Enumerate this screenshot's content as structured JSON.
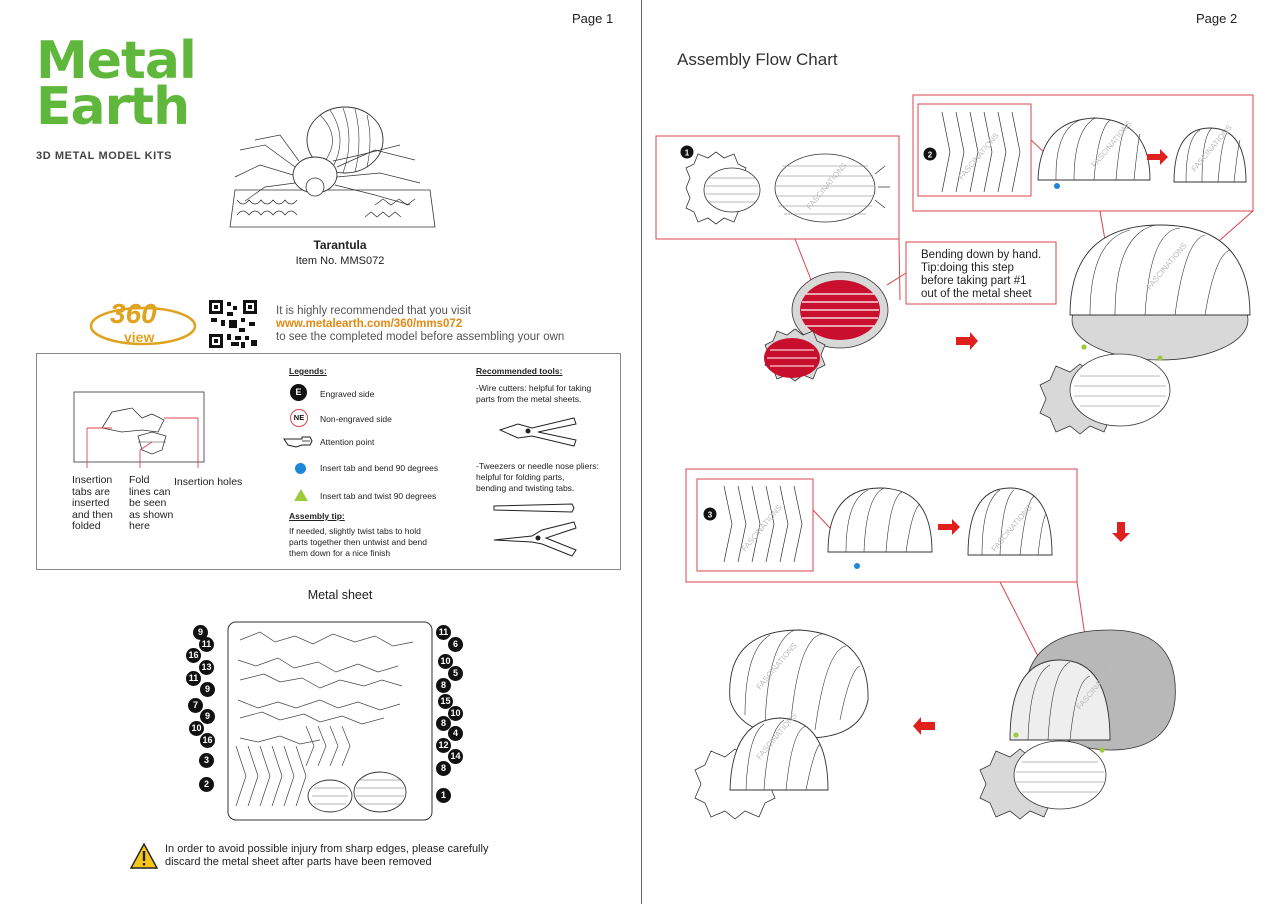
{
  "page1": {
    "page_label": "Page 1",
    "brand": {
      "line1": "Metal",
      "line2": "Earth",
      "tagline": "3D METAL MODEL KITS"
    },
    "model": {
      "name": "Tarantula",
      "item_no": "Item No.  MMS072"
    },
    "view360": {
      "badge": "360",
      "label": "view",
      "line1": "It is highly recommended that you visit",
      "url": "www.metalearth.com/360/mms072",
      "line3": "to see the completed model before assembling your own"
    },
    "diagram_labels": {
      "insertion_tabs": [
        "Insertion",
        "tabs are",
        "inserted",
        "and then",
        "folded"
      ],
      "fold_lines": [
        "Fold",
        "lines can",
        "be seen",
        "as shown",
        "here"
      ],
      "insertion_holes": "Insertion holes"
    },
    "legends": {
      "title": "Legends:",
      "engraved": {
        "symbol": "E",
        "label": "Engraved side"
      },
      "non_engraved": {
        "symbol": "NE",
        "label": "Non-engraved side"
      },
      "attention": "Attention point",
      "insert_bend": "Insert tab and bend 90 degrees",
      "insert_twist": "Insert tab and twist 90 degrees"
    },
    "assembly_tip": {
      "title": "Assembly tip:",
      "lines": [
        "If needed, slightly twist tabs to hold",
        "parts together then untwist and bend",
        "them down for a nice finish"
      ]
    },
    "tools": {
      "title": "Recommended tools:",
      "wire_cutters": [
        "-Wire cutters: helpful for taking",
        " parts from the metal sheets."
      ],
      "tweezers": [
        "-Tweezers or needle nose pliers:",
        " helpful for folding parts,",
        " bending and twisting tabs."
      ]
    },
    "metal_sheet": {
      "title": "Metal sheet",
      "left_numbers": [
        "9",
        "11",
        "16",
        "13",
        "11",
        "9",
        "7",
        "9",
        "10",
        "16",
        "3",
        "2"
      ],
      "right_numbers": [
        "11",
        "6",
        "10",
        "5",
        "8",
        "15",
        "10",
        "8",
        "4",
        "12",
        "14",
        "8",
        "1"
      ]
    },
    "warning": {
      "line1": "In order to avoid possible injury from sharp edges, please carefully",
      "line2": "discard the metal sheet after parts have been removed"
    }
  },
  "page2": {
    "page_label": "Page 2",
    "title": "Assembly Flow Chart",
    "steps": [
      "1",
      "2",
      "3"
    ],
    "bend_note": [
      "Bending  down by hand.",
      "Tip:doing this step",
      "before taking part #1",
      "out of the metal sheet"
    ],
    "watermark": "FASCINATIONS"
  },
  "colors": {
    "brand_green": "#5fb83b",
    "accent_red": "#e0201c",
    "callout_pink": "#d9454f",
    "url_orange": "#e08a12",
    "blue_dot": "#1e88d8",
    "green_tri": "#9ccc3c"
  }
}
